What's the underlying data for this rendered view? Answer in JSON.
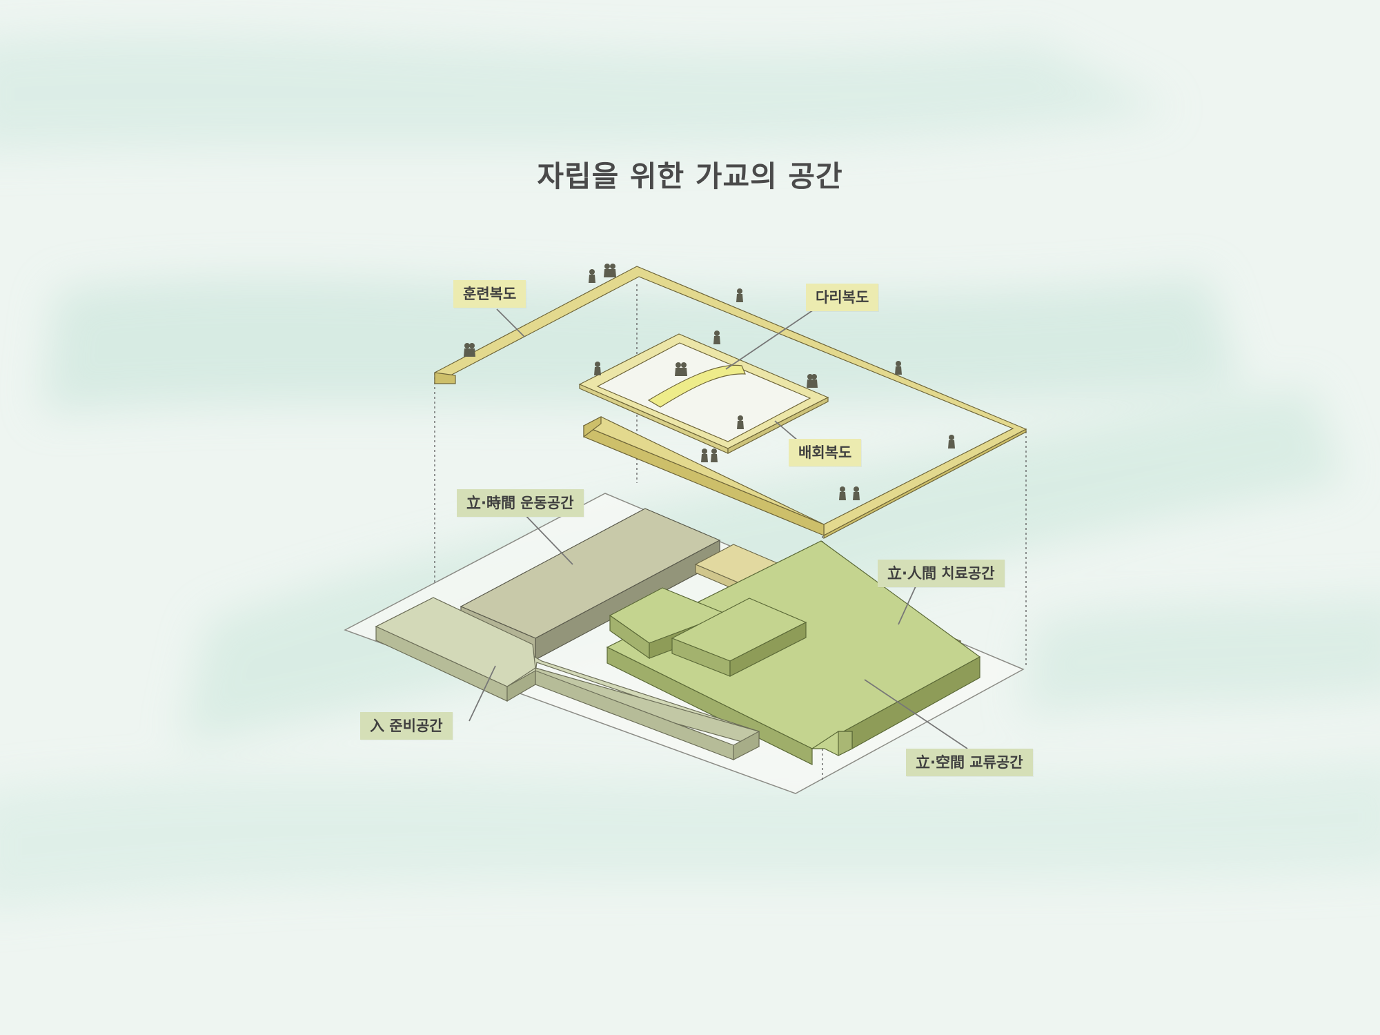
{
  "title": "자립을 위한 가교의 공간",
  "labels": {
    "training_corridor": "훈련복도",
    "bridge_corridor": "다리복도",
    "care_corridor": "배회복도",
    "exercise_space": "立·時間 운동공간",
    "therapy_space": "立·人間 치료공간",
    "prep_space": "入 준비공간",
    "exchange_space": "立·空間 교류공간"
  },
  "colors": {
    "background": "#eef5f1",
    "watercolor": "#c5e3d8",
    "corridor_top": "#e3d98e",
    "corridor_side": "#cdbf6a",
    "bridge": "#eeec8a",
    "inner_ring": "#ece6a8",
    "olive_gray": "#c8c9a9",
    "khaki": "#e2d9a0",
    "green": "#c4d48f",
    "pale_sage": "#d3d9b8",
    "label_yellow": "#ecebb0",
    "label_sage": "#d5dfb7",
    "people": "#5d5d4e"
  }
}
